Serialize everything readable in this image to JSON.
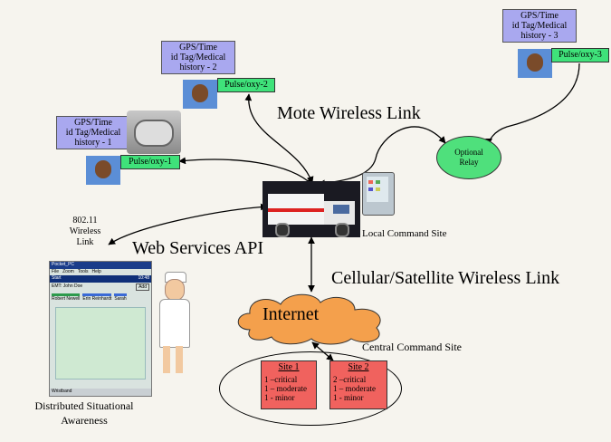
{
  "patients": [
    {
      "gps": [
        "GPS/Time",
        "id Tag/Medical",
        "history - 1"
      ],
      "pulse": "Pulse/oxy-1"
    },
    {
      "gps": [
        "GPS/Time",
        "id Tag/Medical",
        "history - 2"
      ],
      "pulse": "Pulse/oxy-2"
    },
    {
      "gps": [
        "GPS/Time",
        "id Tag/Medical",
        "history - 3"
      ],
      "pulse": "Pulse/oxy-3"
    }
  ],
  "labels": {
    "mote_link": "Mote Wireless Link",
    "relay": [
      "Optional",
      "Relay"
    ],
    "local_site": "Local Command Site",
    "wifi": [
      "802.11",
      "Wireless",
      "Link"
    ],
    "web_api": "Web Services API",
    "cellular": "Cellular/Satellite Wireless Link",
    "internet": "Internet",
    "central": "Central Command Site",
    "distributed": [
      "Distributed Situational",
      "Awareness"
    ]
  },
  "sites": [
    {
      "title": "Site 1",
      "lines": [
        "1 –critical",
        "1 – moderate",
        "1 - minor"
      ]
    },
    {
      "title": "Site 2",
      "lines": [
        "2 –critical",
        "1 – moderate",
        "1 - minor"
      ]
    }
  ],
  "pda": {
    "title": "Pocket_PC",
    "menu": [
      "File",
      "Zoom",
      "Tools",
      "Help"
    ],
    "app": "Start",
    "time": "10:48",
    "tab_user": "EMT: John Doe",
    "add": "Add",
    "patients": [
      "Robert Newell",
      "Erin Reinhardt",
      "Sarah"
    ],
    "status": "Wristband"
  },
  "colors": {
    "gps": "#a9a8ef",
    "pulse": "#3fe27a",
    "relay": "#4fe07c",
    "site": "#f0625e",
    "cloud": "#f4a04c"
  }
}
